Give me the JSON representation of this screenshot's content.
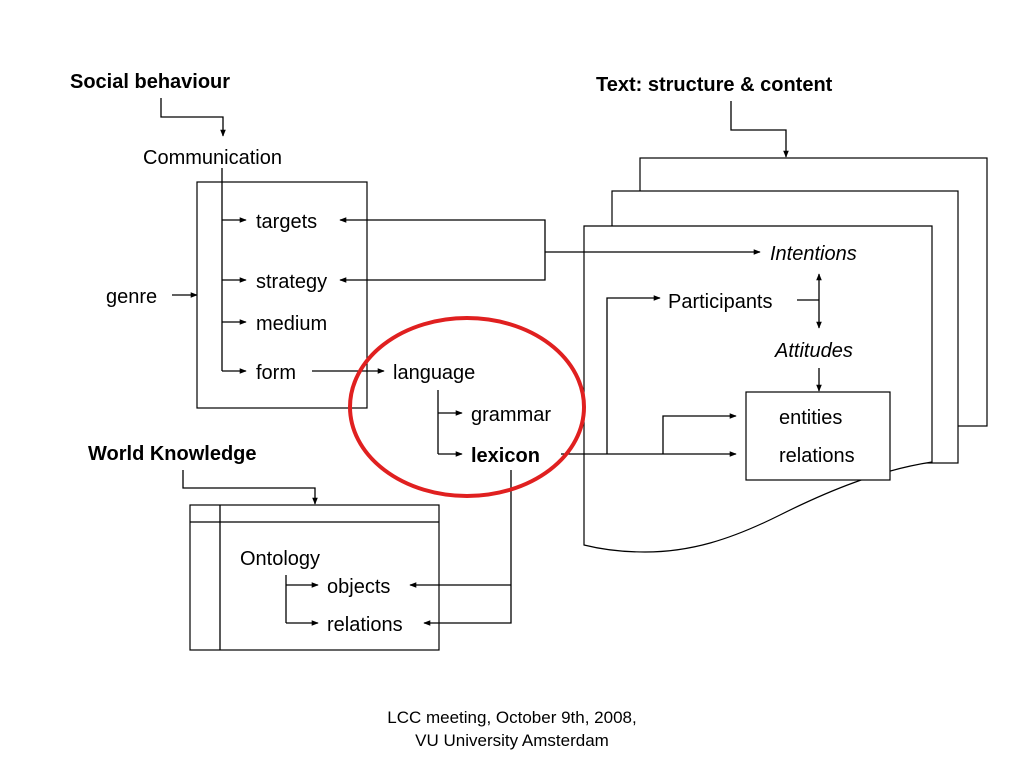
{
  "headings": {
    "social_behaviour": "Social behaviour",
    "text_structure": "Text: structure & content",
    "world_knowledge": "World Knowledge"
  },
  "communication": {
    "title": "Communication",
    "items": [
      "targets",
      "strategy",
      "medium",
      "form"
    ],
    "input": "genre"
  },
  "language": {
    "title": "language",
    "items": [
      "grammar",
      "lexicon"
    ]
  },
  "text": {
    "intentions": "Intentions",
    "participants": "Participants",
    "attitudes": "Attitudes",
    "items": [
      "entities",
      "relations"
    ]
  },
  "ontology": {
    "title": "Ontology",
    "items": [
      "objects",
      "relations"
    ]
  },
  "footer": {
    "line1": "LCC meeting, October 9th, 2008,",
    "line2": "VU University Amsterdam"
  },
  "colors": {
    "highlight_circle": "#e02020",
    "ink": "#000000"
  }
}
